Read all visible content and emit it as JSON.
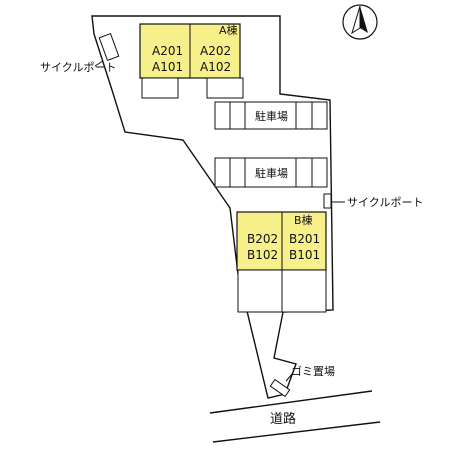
{
  "map": {
    "north_label": "N",
    "labels": {
      "cycle_port_1": "サイクルポート",
      "cycle_port_2": "サイクルポート",
      "parking_1": "駐車場",
      "parking_2": "駐車場",
      "garbage": "ゴミ置場",
      "road": "道路"
    },
    "building_a": {
      "name": "A棟",
      "units": [
        "A201",
        "A202",
        "A101",
        "A102"
      ]
    },
    "building_b": {
      "name": "B棟",
      "units": [
        "B202",
        "B201",
        "B102",
        "B101"
      ]
    },
    "colors": {
      "building_fill": "#f7f08a",
      "line": "#111111",
      "background": "#ffffff"
    }
  }
}
